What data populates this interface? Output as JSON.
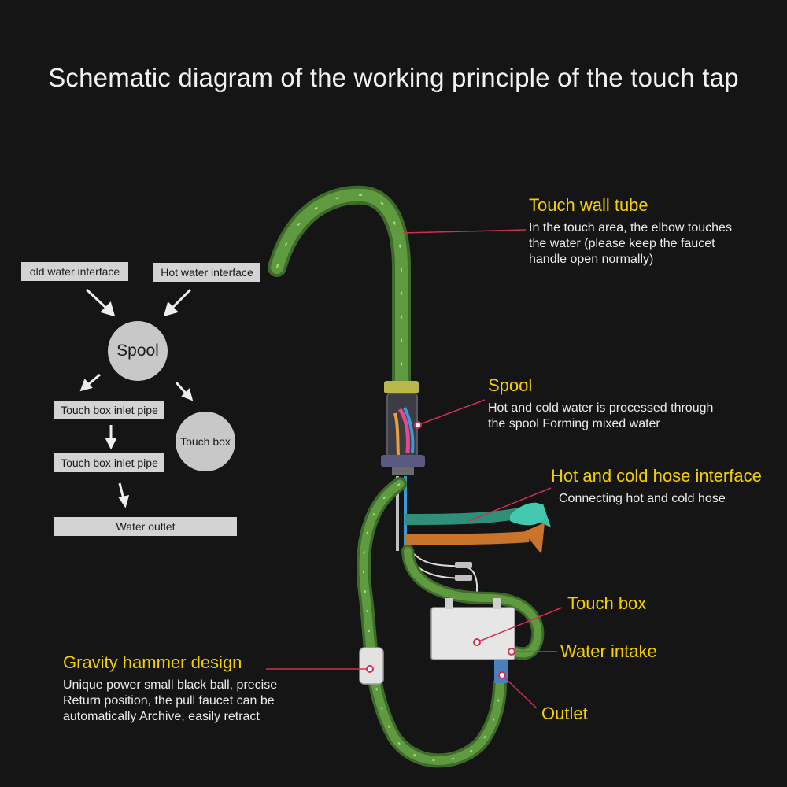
{
  "title": "Schematic diagram of the working principle of the touch tap",
  "callouts": {
    "touch_wall_tube": {
      "title": "Touch wall tube",
      "desc": [
        "In the touch area, the elbow touches",
        "the water (please keep the faucet",
        "handle open normally)"
      ]
    },
    "spool": {
      "title": "Spool",
      "desc": [
        "Hot and cold water is processed through",
        "the spool Forming mixed water"
      ]
    },
    "hose_interface": {
      "title": "Hot and cold hose interface",
      "desc": [
        "Connecting hot and cold hose"
      ]
    },
    "touch_box": {
      "title": "Touch box"
    },
    "water_intake": {
      "title": "Water intake"
    },
    "outlet": {
      "title": "Outlet"
    },
    "gravity_hammer": {
      "title": "Gravity hammer design",
      "desc": [
        "Unique power small black ball, precise",
        "Return position, the pull faucet can be",
        "automatically Archive, easily retract"
      ]
    }
  },
  "flow": {
    "cold_water_interface": "old water interface",
    "hot_water_interface": "Hot water interface",
    "spool": "Spool",
    "touch_box_inlet_pipe_1": "Touch box inlet pipe",
    "touch_box": "Touch box",
    "touch_box_inlet_pipe_2": "Touch box inlet pipe",
    "water_outlet": "Water outlet"
  },
  "colors": {
    "background": "#151515",
    "hose_green": "#5a8a3a",
    "hot_hose": "#c8742a",
    "cold_hose": "#3aa890",
    "callout_line": "#d03050",
    "title_yellow": "#f5d000"
  }
}
